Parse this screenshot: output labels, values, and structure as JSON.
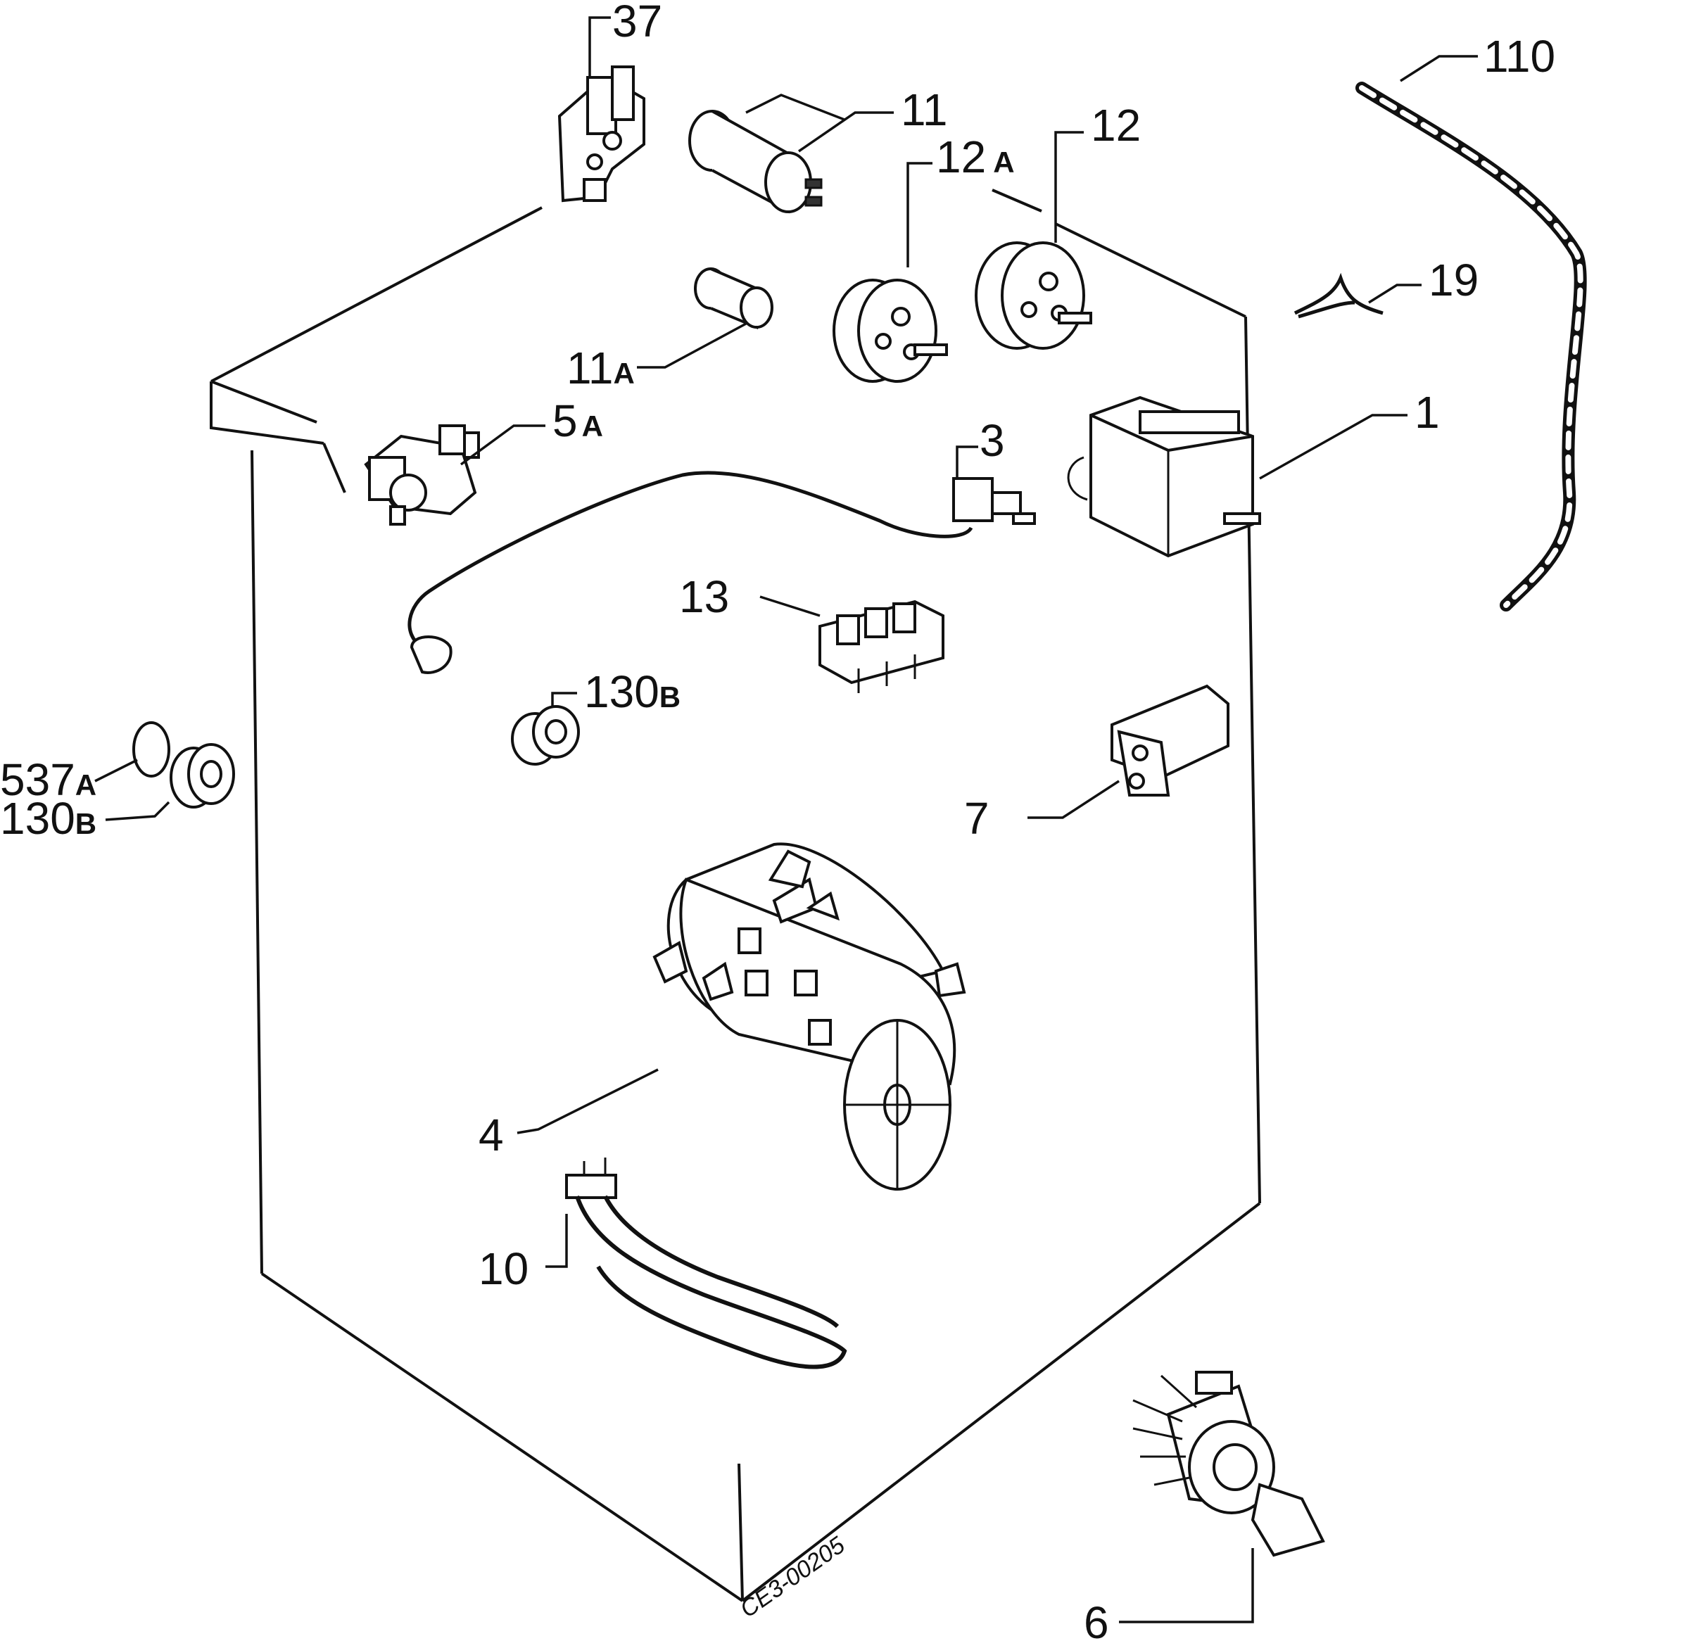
{
  "figure_code": "CE3-00205",
  "parts": [
    {
      "id": "p37",
      "num": "37",
      "suffix": ""
    },
    {
      "id": "p11",
      "num": "11",
      "suffix": ""
    },
    {
      "id": "p12a",
      "num": "12",
      "suffix": "A"
    },
    {
      "id": "p12",
      "num": "12",
      "suffix": ""
    },
    {
      "id": "p110",
      "num": "110",
      "suffix": ""
    },
    {
      "id": "p19",
      "num": "19",
      "suffix": ""
    },
    {
      "id": "p11a",
      "num": "11",
      "suffix": "A"
    },
    {
      "id": "p5a",
      "num": "5",
      "suffix": "A"
    },
    {
      "id": "p1",
      "num": "1",
      "suffix": ""
    },
    {
      "id": "p3",
      "num": "3",
      "suffix": ""
    },
    {
      "id": "p13",
      "num": "13",
      "suffix": ""
    },
    {
      "id": "p130b_in",
      "num": "130",
      "suffix": "B"
    },
    {
      "id": "p537a",
      "num": "537",
      "suffix": "A"
    },
    {
      "id": "p130b_out",
      "num": "130",
      "suffix": "B"
    },
    {
      "id": "p7",
      "num": "7",
      "suffix": ""
    },
    {
      "id": "p4",
      "num": "4",
      "suffix": ""
    },
    {
      "id": "p10",
      "num": "10",
      "suffix": ""
    },
    {
      "id": "p6",
      "num": "6",
      "suffix": ""
    }
  ]
}
